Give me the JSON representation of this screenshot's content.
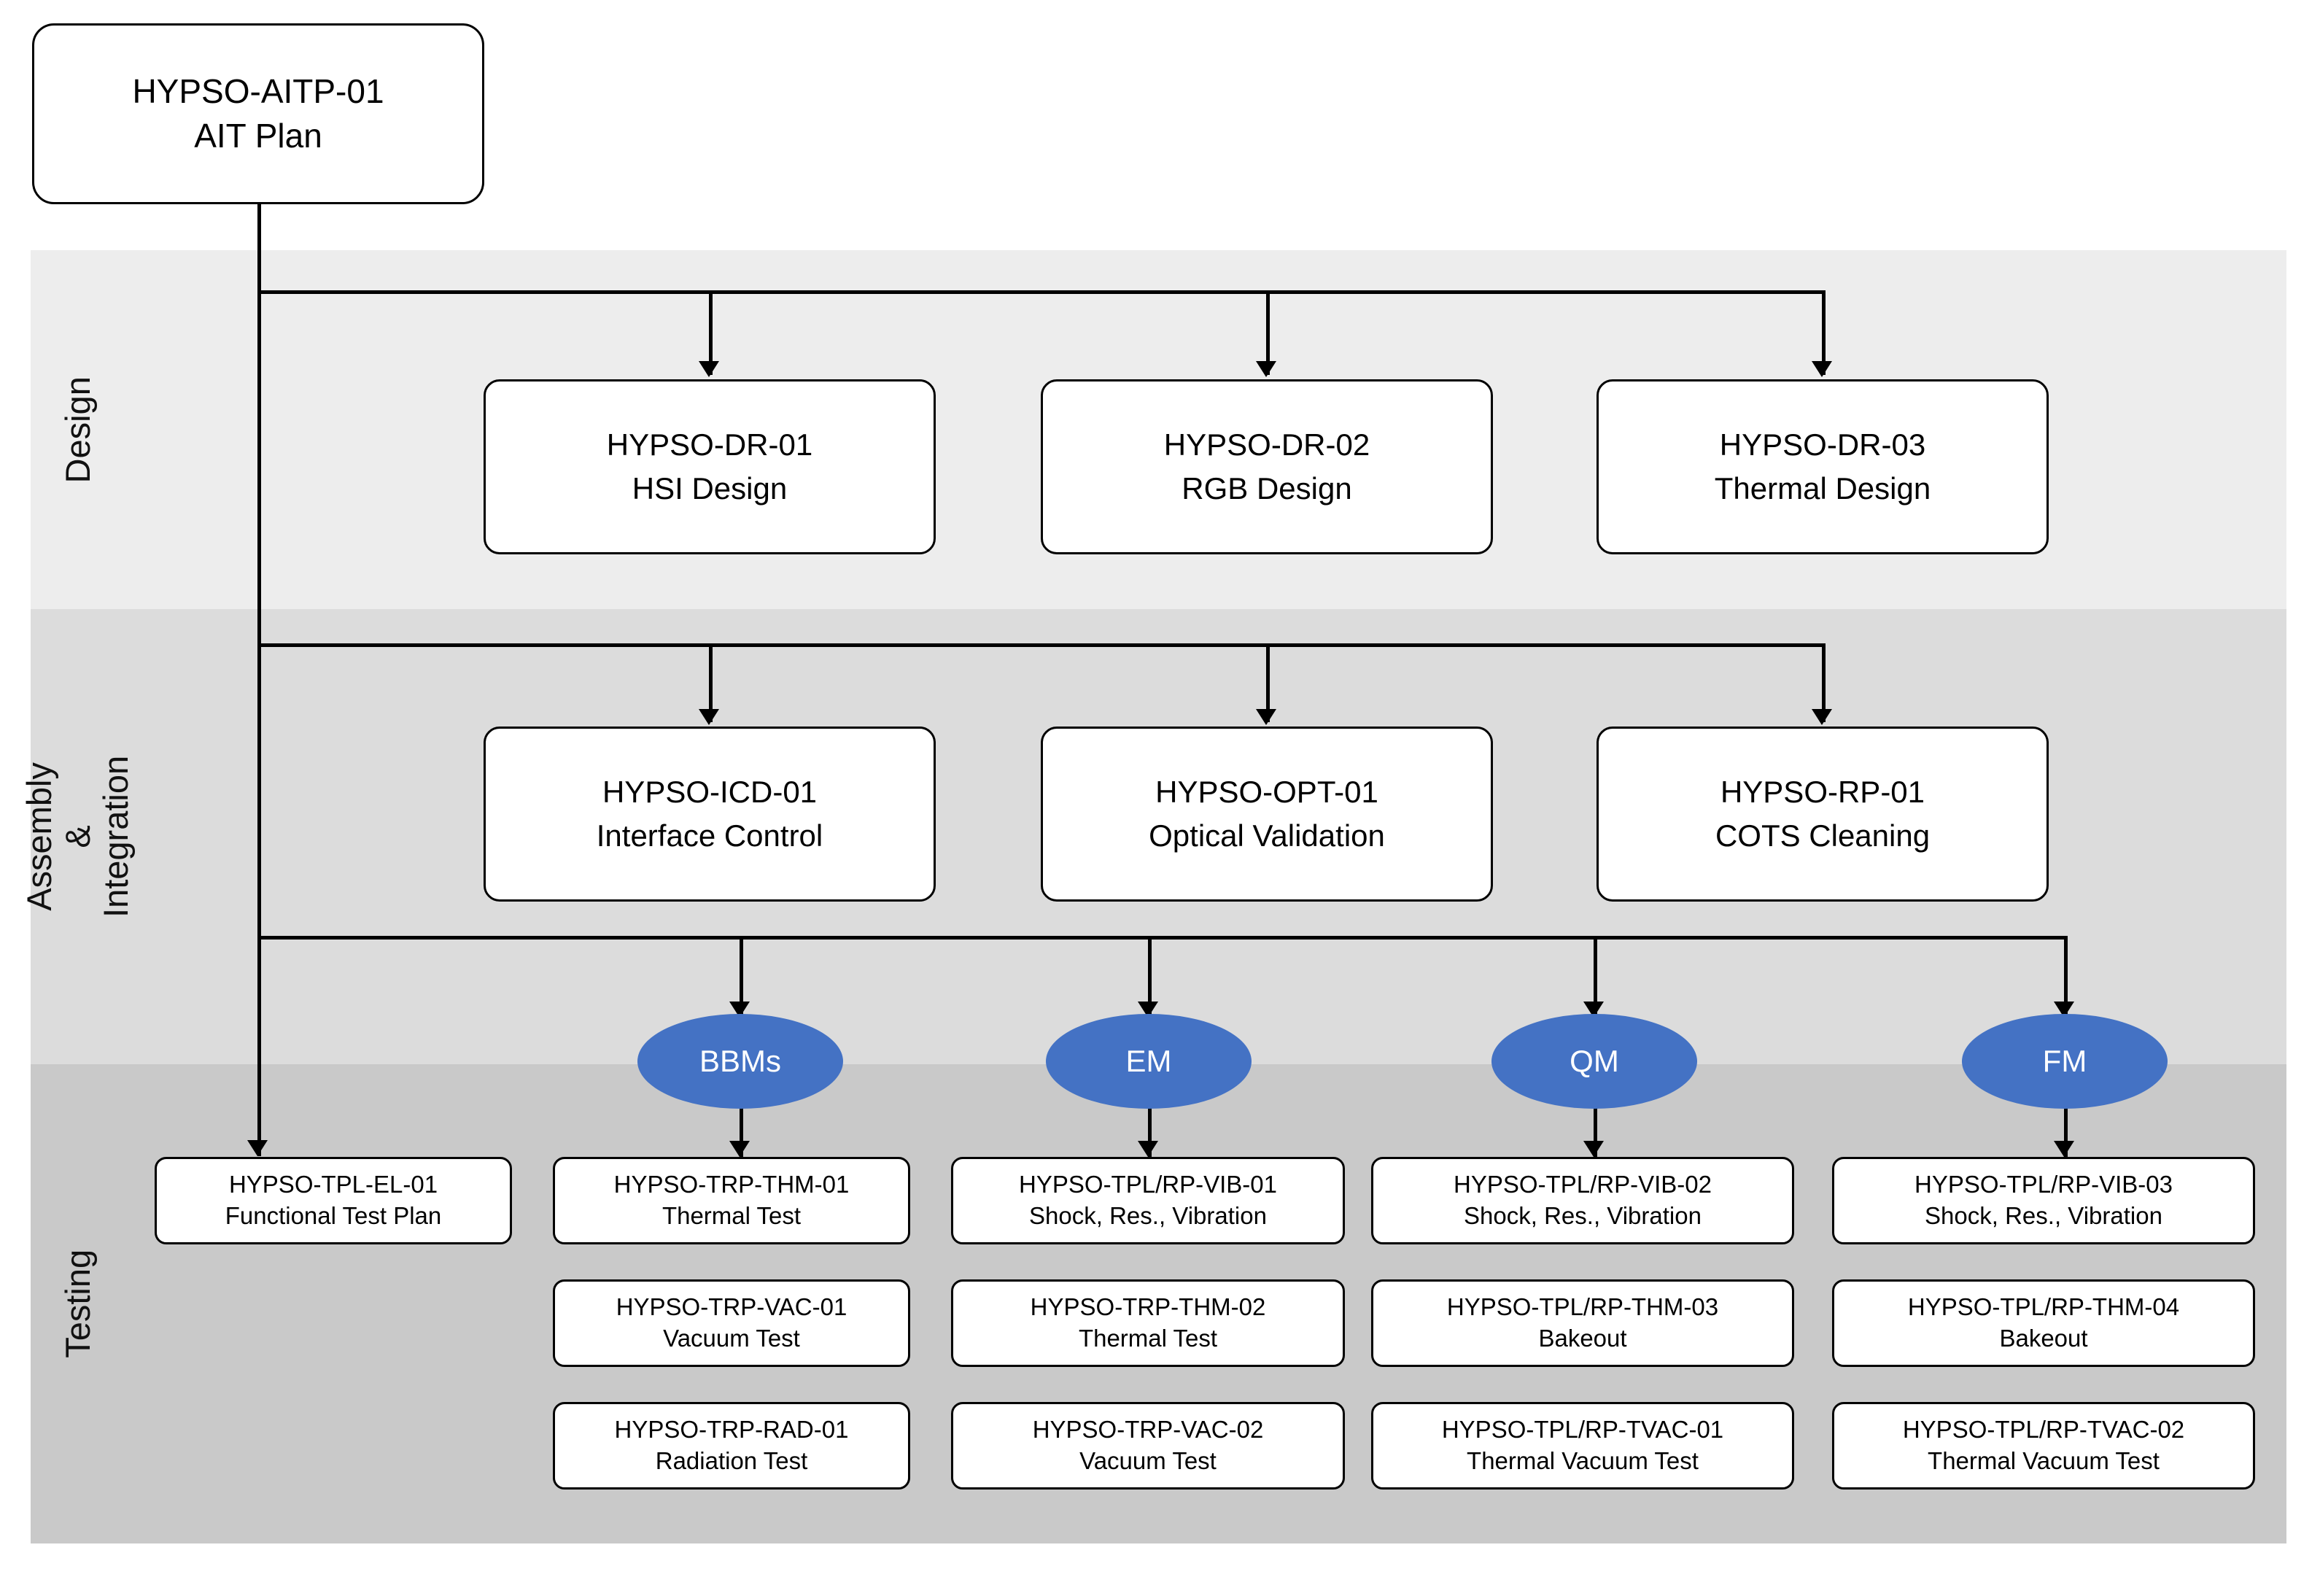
{
  "diagram": {
    "title": "HYPSO AIT documentation tree",
    "accent_blue": "#4472C4",
    "band_design_bg": "#EDEDED",
    "band_assembly_bg": "#DCDCDC",
    "band_testing_bg": "#C9C9C9"
  },
  "bands": [
    {
      "id": "design",
      "label": "Design"
    },
    {
      "id": "assembly",
      "label": "Assembly &\nIntegration"
    },
    {
      "id": "testing",
      "label": "Testing"
    }
  ],
  "root": {
    "code": "HYPSO-AITP-01",
    "name": "AIT Plan"
  },
  "design_row": [
    {
      "code": "HYPSO-DR-01",
      "name": "HSI Design"
    },
    {
      "code": "HYPSO-DR-02",
      "name": "RGB Design"
    },
    {
      "code": "HYPSO-DR-03",
      "name": "Thermal Design"
    }
  ],
  "assembly_row": [
    {
      "code": "HYPSO-ICD-01",
      "name": "Interface Control"
    },
    {
      "code": "HYPSO-OPT-01",
      "name": "Optical Validation"
    },
    {
      "code": "HYPSO-RP-01",
      "name": "COTS Cleaning"
    }
  ],
  "models": [
    {
      "label": "BBMs"
    },
    {
      "label": "EM"
    },
    {
      "label": "QM"
    },
    {
      "label": "FM"
    }
  ],
  "testing_columns": [
    {
      "id": "plan",
      "items": [
        {
          "code": "HYPSO-TPL-EL-01",
          "name": "Functional Test Plan"
        }
      ]
    },
    {
      "id": "bbms",
      "items": [
        {
          "code": "HYPSO-TRP-THM-01",
          "name": "Thermal Test"
        },
        {
          "code": "HYPSO-TRP-VAC-01",
          "name": "Vacuum Test"
        },
        {
          "code": "HYPSO-TRP-RAD-01",
          "name": "Radiation Test"
        }
      ]
    },
    {
      "id": "em",
      "items": [
        {
          "code": "HYPSO-TPL/RP-VIB-01",
          "name": "Shock, Res., Vibration"
        },
        {
          "code": "HYPSO-TRP-THM-02",
          "name": "Thermal Test"
        },
        {
          "code": "HYPSO-TRP-VAC-02",
          "name": "Vacuum Test"
        }
      ]
    },
    {
      "id": "qm",
      "items": [
        {
          "code": "HYPSO-TPL/RP-VIB-02",
          "name": "Shock, Res., Vibration"
        },
        {
          "code": "HYPSO-TPL/RP-THM-03",
          "name": "Bakeout"
        },
        {
          "code": "HYPSO-TPL/RP-TVAC-01",
          "name": "Thermal Vacuum Test"
        }
      ]
    },
    {
      "id": "fm",
      "items": [
        {
          "code": "HYPSO-TPL/RP-VIB-03",
          "name": "Shock, Res., Vibration"
        },
        {
          "code": "HYPSO-TPL/RP-THM-04",
          "name": "Bakeout"
        },
        {
          "code": "HYPSO-TPL/RP-TVAC-02",
          "name": "Thermal Vacuum Test"
        }
      ]
    }
  ]
}
